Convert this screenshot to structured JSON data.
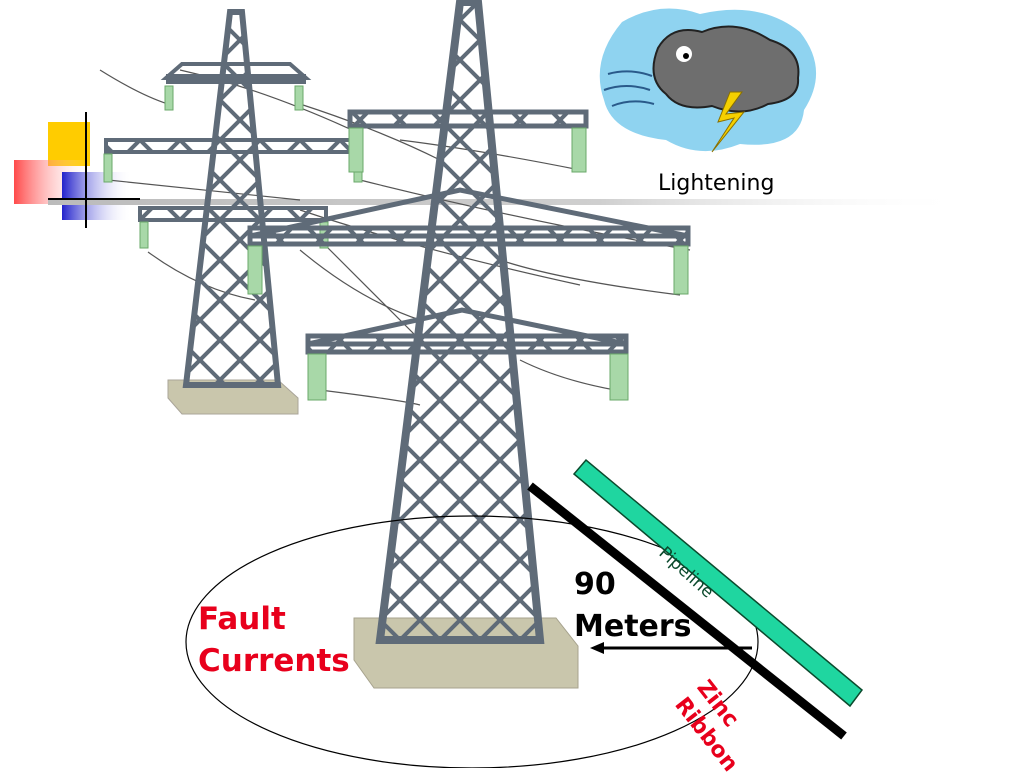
{
  "labels": {
    "lightning": "Lightening",
    "fault_line1": "Fault",
    "fault_line2": "Currents",
    "distance_line1": "90",
    "distance_line2": "Meters",
    "pipeline": "Pipeline",
    "zinc_line1": "Zinc",
    "zinc_line2": "Ribbon"
  },
  "colors": {
    "tower_steel": "#5f6b78",
    "insulator": "#a8d8a8",
    "pipeline": "#1fd6a0",
    "zinc_ribbon": "#000000",
    "fault_text": "#e8001c",
    "cloud": "#6e6e6e",
    "sky": "#8fd3f0",
    "lightning_bolt": "#f5d000"
  },
  "icons": {
    "lightning_cloud": "storm-cloud-icon",
    "transmission_tower": "power-pylon-icon"
  }
}
